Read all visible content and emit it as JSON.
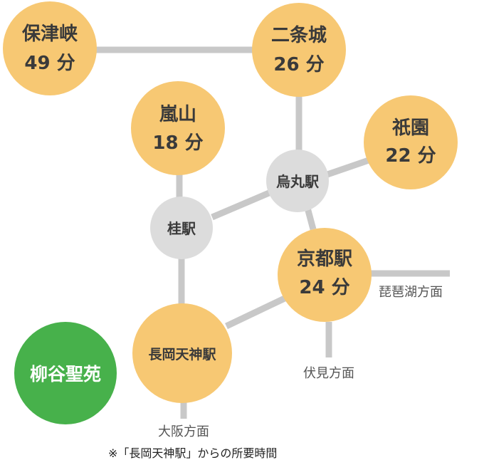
{
  "colors": {
    "time_node": "#f7c873",
    "station_node": "#dcdcdc",
    "origin_node": "#47b14b",
    "line": "#c8c8c8",
    "text_dark": "#3a3a3a",
    "text_light": "#ffffff"
  },
  "nodes": {
    "hozukyo": {
      "name": "保津峡",
      "time": "49 分"
    },
    "nijo": {
      "name": "二条城",
      "time": "26 分"
    },
    "arashiyama": {
      "name": "嵐山",
      "time": "18 分"
    },
    "gion": {
      "name": "祇園",
      "time": "22 分"
    },
    "karasuma": {
      "name": "烏丸駅"
    },
    "katsura": {
      "name": "桂駅"
    },
    "kyoto": {
      "name": "京都駅",
      "time": "24 分"
    },
    "nagaoka": {
      "name": "長岡天神駅"
    },
    "origin": {
      "name": "柳谷聖苑"
    }
  },
  "directions": {
    "biwako": "琵琶湖方面",
    "fushimi": "伏見方面",
    "osaka": "大阪方面"
  },
  "footnote": "※「長岡天神駅」からの所要時間"
}
